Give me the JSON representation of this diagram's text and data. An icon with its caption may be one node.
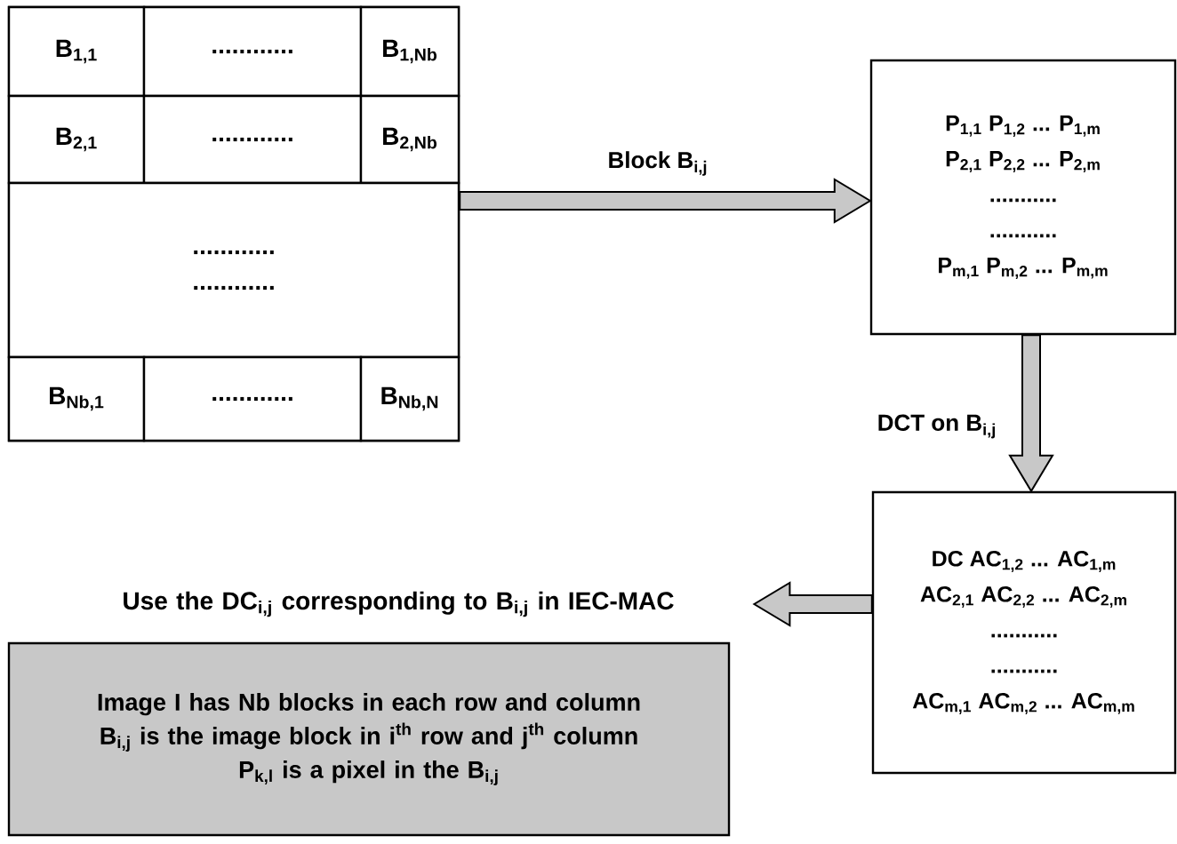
{
  "diagram": {
    "nodes": [
      {
        "text": [],
        "shape": "box"
      },
      {
        "text": [
          "B$_{1,1}$"
        ],
        "in": 0
      },
      {
        "text": [
          "............"
        ],
        "in": 0
      },
      {
        "text": [
          "B$_{1,Nb}$"
        ],
        "in": 0
      },
      {
        "text": [
          "B$_{2,1}$"
        ],
        "in": 0
      },
      {
        "text": [
          "............"
        ],
        "in": 0
      },
      {
        "text": [
          "B$_{2,Nb}$"
        ],
        "in": 0
      },
      {
        "text": [
          "............",
          "............"
        ],
        "in": 0
      },
      {
        "text": [
          "B$_{Nb,1}$"
        ],
        "in": 0
      },
      {
        "text": [
          "............"
        ],
        "in": 0
      },
      {
        "text": [
          "B$_{Nb,N}$"
        ],
        "in": 0
      },
      {
        "text": [
          "P$_{1,1}$  P$_{1,2}$  ... P$_{1,m}$",
          "P$_{2,1}$  P$_{2,2}$  ... P$_{2,m}$",
          "...........",
          "...........",
          "P$_{m,1}$  P$_{m,2}$  ... P$_{m,m}$"
        ]
      },
      {
        "text": [
          "DC     AC$_{1,2}$  ... AC$_{1,m}$",
          "AC$_{2,1}$  AC$_{2,2}$  ... AC$_{2,m}$",
          "...........",
          "...........",
          "AC$_{m,1}$  AC$_{m,2}$  ... AC$_{m,m}$"
        ]
      },
      {
        "text": [
          "Use the DC$_{i,j}$ corresponding to B$_{i,j}$ in IEC-MAC"
        ]
      },
      {
        "text": [
          "Image I has Nb blocks in each row and column",
          "B$_{i,j}$ is the image block in i$^{th}$ row and j$^{th}$ column",
          "P$_{k,l}$ is a pixel in the B$_{i,j}$"
        ]
      }
    ],
    "edges": [
      {
        "from": 0,
        "to": 11,
        "arrow": "to",
        "label": "Block B$_{i,j}$"
      },
      {
        "from": 11,
        "to": 12,
        "arrow": "to",
        "label": "DCT on B$_{i,j}$"
      },
      {
        "from": 12,
        "to": 13,
        "arrow": "to"
      }
    ]
  }
}
